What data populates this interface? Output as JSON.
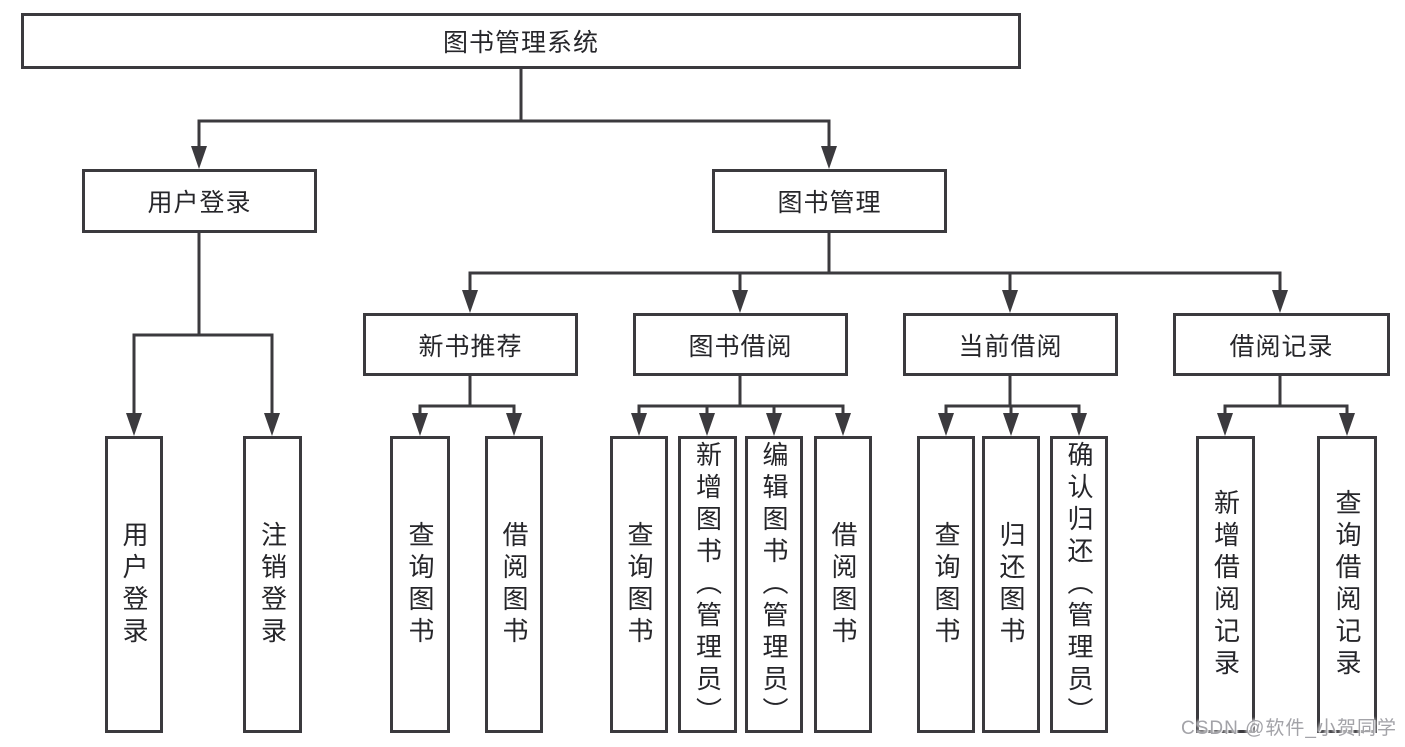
{
  "diagram": {
    "root": {
      "label": "图书管理系统"
    },
    "level2": {
      "user_login": {
        "label": "用户登录"
      },
      "book_management": {
        "label": "图书管理"
      }
    },
    "level3": {
      "new_book_recommend": {
        "label": "新书推荐"
      },
      "book_borrow": {
        "label": "图书借阅"
      },
      "current_borrow": {
        "label": "当前借阅"
      },
      "borrow_records": {
        "label": "借阅记录"
      }
    },
    "leaves": {
      "user_login": [
        {
          "label": "用户登录"
        },
        {
          "label": "注销登录"
        }
      ],
      "new_book_recommend": [
        {
          "label": "查询图书"
        },
        {
          "label": "借阅图书"
        }
      ],
      "book_borrow": [
        {
          "label": "查询图书"
        },
        {
          "label": "新增图书（管理员）"
        },
        {
          "label": "编辑图书（管理员）"
        },
        {
          "label": "借阅图书"
        }
      ],
      "current_borrow": [
        {
          "label": "查询图书"
        },
        {
          "label": "归还图书"
        },
        {
          "label": "确认归还（管理员）"
        }
      ],
      "borrow_records": [
        {
          "label": "新增借阅记录"
        },
        {
          "label": "查询借阅记录"
        }
      ]
    }
  },
  "watermark": {
    "text": "CSDN @软件_小贺同学"
  },
  "colors": {
    "line": "#3b3a3e",
    "text": "#26262a",
    "watermark": "#a3a3a8",
    "background": "#ffffff"
  }
}
